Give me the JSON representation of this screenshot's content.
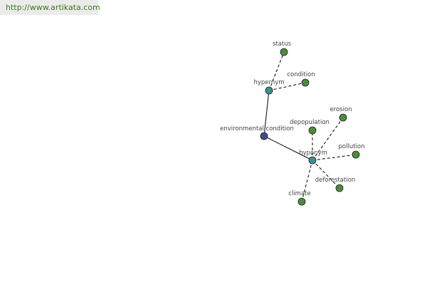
{
  "header": {
    "url_text": "http://www.artikata.com"
  },
  "colors": {
    "link": "#3c7a1c",
    "edge": "#000000",
    "root_node": "#3d4f8c",
    "relation_node": "#3f8f8c",
    "leaf_node": "#4e8a3e",
    "label": "#444444"
  },
  "graph": {
    "nodes": [
      {
        "id": "environmental_condition",
        "label": "environmental condition",
        "kind": "root"
      },
      {
        "id": "hypernym",
        "label": "hypernym",
        "kind": "relation"
      },
      {
        "id": "hyponym",
        "label": "hyponym",
        "kind": "relation"
      },
      {
        "id": "status",
        "label": "status",
        "kind": "leaf"
      },
      {
        "id": "condition",
        "label": "condition",
        "kind": "leaf"
      },
      {
        "id": "erosion",
        "label": "erosion",
        "kind": "leaf"
      },
      {
        "id": "depopulation",
        "label": "depopulation",
        "kind": "leaf"
      },
      {
        "id": "pollution",
        "label": "pollution",
        "kind": "leaf"
      },
      {
        "id": "deforestation",
        "label": "deforestation",
        "kind": "leaf"
      },
      {
        "id": "climate",
        "label": "climate",
        "kind": "leaf"
      }
    ],
    "edges": [
      {
        "from": "environmental_condition",
        "to": "hypernym",
        "style": "solid"
      },
      {
        "from": "environmental_condition",
        "to": "hyponym",
        "style": "solid"
      },
      {
        "from": "hypernym",
        "to": "status",
        "style": "dashed"
      },
      {
        "from": "hypernym",
        "to": "condition",
        "style": "dashed"
      },
      {
        "from": "hyponym",
        "to": "erosion",
        "style": "dashed"
      },
      {
        "from": "hyponym",
        "to": "depopulation",
        "style": "dashed"
      },
      {
        "from": "hyponym",
        "to": "pollution",
        "style": "dashed"
      },
      {
        "from": "hyponym",
        "to": "deforestation",
        "style": "dashed"
      },
      {
        "from": "hyponym",
        "to": "climate",
        "style": "dashed"
      }
    ]
  }
}
